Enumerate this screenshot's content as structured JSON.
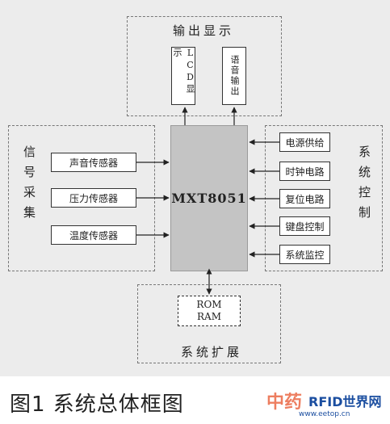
{
  "diagram": {
    "output_group": {
      "title": "输出显示",
      "lcd": "LCD显示",
      "voice": "语音输出"
    },
    "signal_group": {
      "title": "信号采集",
      "sensors": [
        "声音传感器",
        "压力传感器",
        "温度传感器"
      ]
    },
    "control_group": {
      "title": "系统控制",
      "items": [
        "电源供给",
        "时钟电路",
        "复位电路",
        "键盘控制",
        "系统监控"
      ]
    },
    "mcu": "MXT8051",
    "expansion_group": {
      "title": "系统扩展",
      "memory_line1": "ROM",
      "memory_line2": "RAM"
    }
  },
  "caption": "图1   系统总体框图",
  "watermark": {
    "line1": "中药",
    "line2": "RFID世界网",
    "line3": "www.eetop.cn"
  }
}
